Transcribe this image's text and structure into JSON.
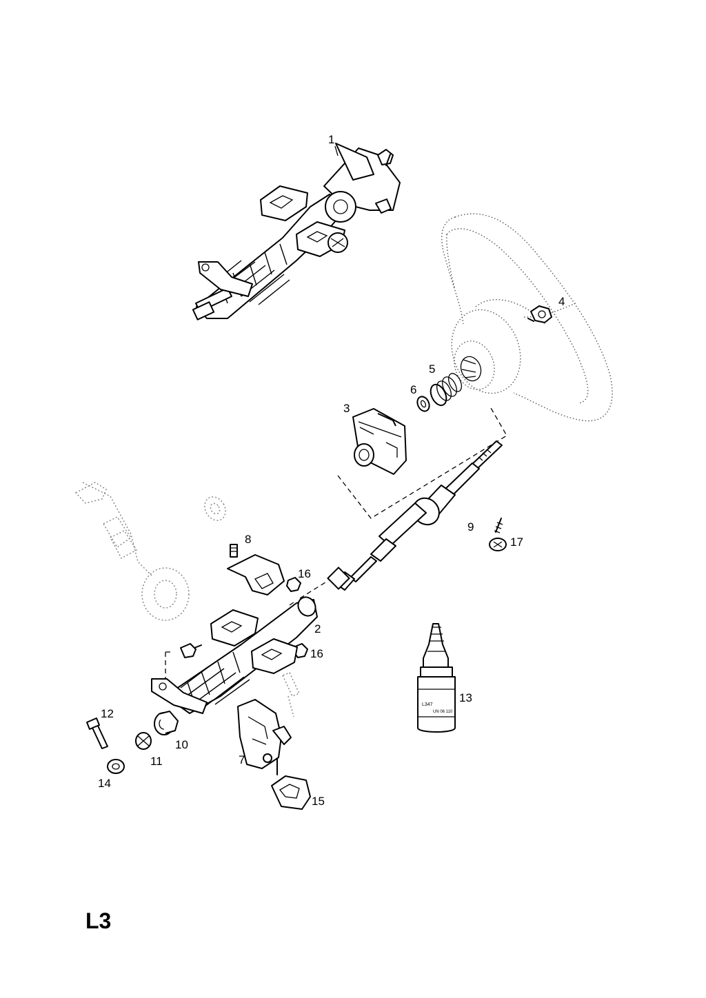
{
  "page_code": "L3",
  "callouts": [
    "1",
    "2",
    "3",
    "4",
    "5",
    "6",
    "7",
    "8",
    "9",
    "10",
    "11",
    "12",
    "13",
    "14",
    "15",
    "16",
    "16",
    "17"
  ],
  "bottle_label": [
    "L347",
    "UN 06 110"
  ]
}
